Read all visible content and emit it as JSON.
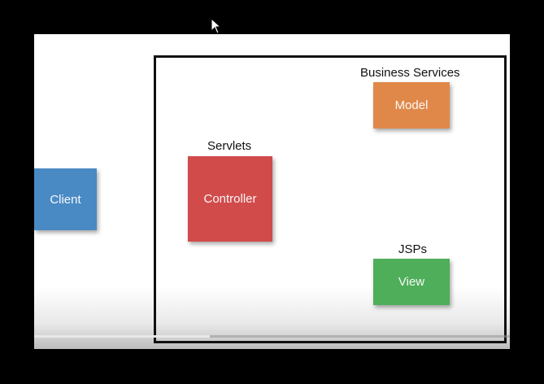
{
  "diagram": {
    "nodes": {
      "client": {
        "label": "Client",
        "color": "#4a8ac4"
      },
      "controller": {
        "label": "Controller",
        "color": "#d14b4b"
      },
      "model": {
        "label": "Model",
        "color": "#e0884a"
      },
      "view": {
        "label": "View",
        "color": "#4fae5a"
      }
    },
    "captions": {
      "servlets": "Servlets",
      "business_services": "Business Services",
      "jsps": "JSPs"
    }
  },
  "player": {
    "progress": 0.37
  },
  "icons": {
    "cursor": "mouse-pointer-icon"
  }
}
